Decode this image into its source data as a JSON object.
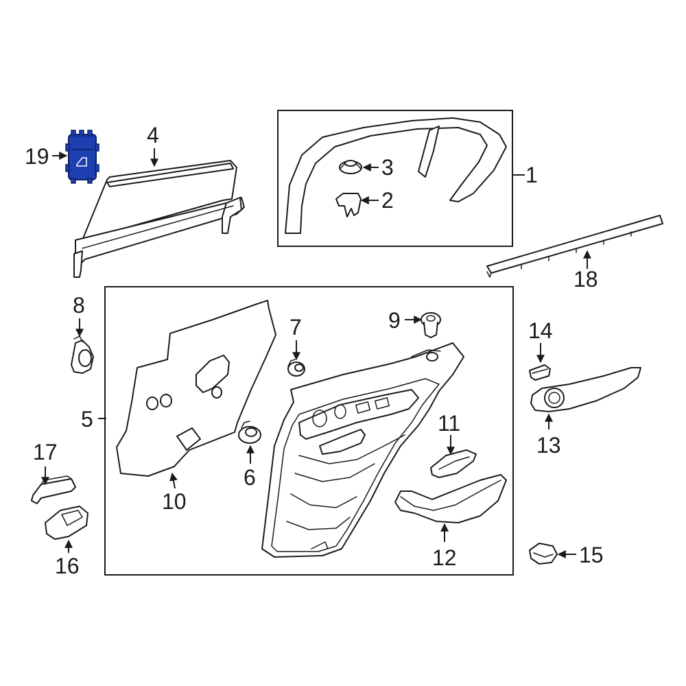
{
  "callouts": {
    "c1": "1",
    "c2": "2",
    "c3": "3",
    "c4": "4",
    "c5": "5",
    "c6": "6",
    "c7": "7",
    "c8": "8",
    "c9": "9",
    "c10": "10",
    "c11": "11",
    "c12": "12",
    "c13": "13",
    "c14": "14",
    "c15": "15",
    "c16": "16",
    "c17": "17",
    "c18": "18",
    "c19": "19"
  },
  "colors": {
    "line": "#1a1a1a",
    "highlight_fill": "#1e3fb0",
    "highlight_stroke": "#0d1f66",
    "background": "#ffffff"
  }
}
